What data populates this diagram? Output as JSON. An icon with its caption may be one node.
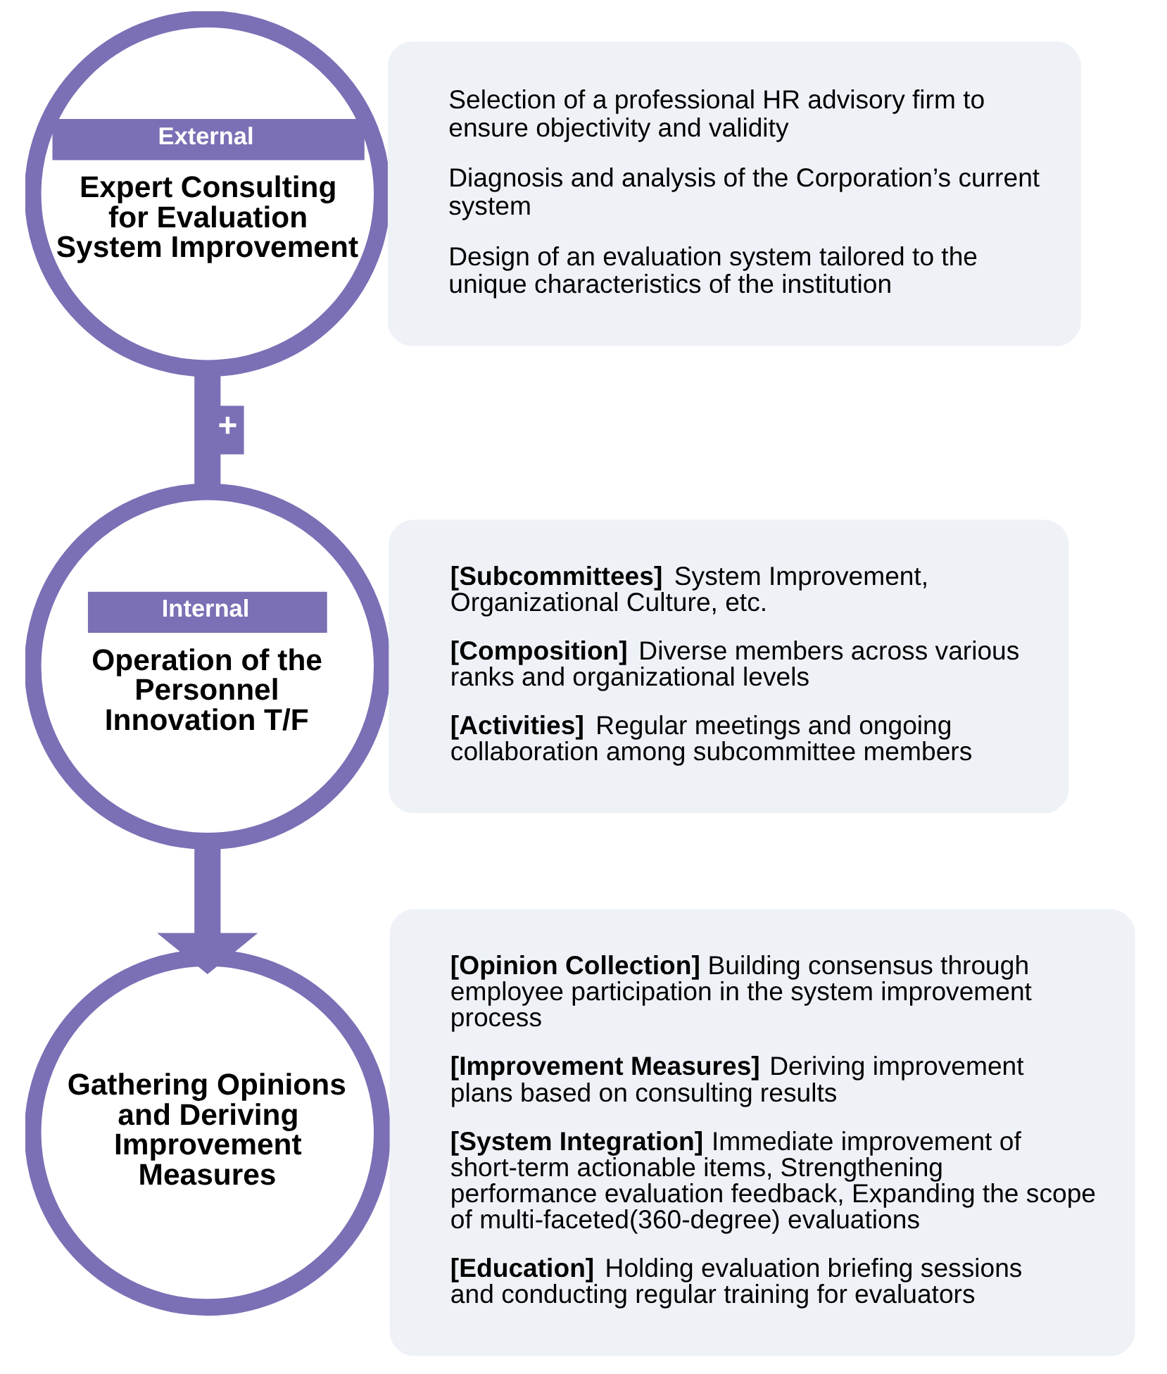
{
  "diagram": {
    "nodes": [
      {
        "text": [
          "External",
          "Expert Consulting for Evaluation System Improvement"
        ]
      },
      {
        "text": [
          "Selection of a professional HR advisory firm to ensure objectivity and validity",
          "Diagnosis and analysis of the Corporation’s current system",
          "Design of an evaluation system tailored to the unique characteristics of the institution"
        ]
      },
      {
        "text": [
          "Internal",
          "Operation of the Personnel Innovation T/F"
        ]
      },
      {
        "text": [
          "**[Subcommittees]** System Improvement, Organizational Culture, etc.",
          "**[Composition]** Diverse members across various ranks and organizational levels",
          "**[Activities]** Regular meetings and ongoing collaboration among subcommittee members"
        ]
      },
      {
        "text": [
          "Gathering Opinions and Deriving Improvement Measures"
        ]
      },
      {
        "text": [
          "**[Opinion Collection]** Building consensus through employee participation in the system improvement process",
          "**[Improvement Measures]** Deriving improvement plans based on consulting results",
          "**[System Integration]** Immediate improvement of short-term actionable items, Strengthening performance evaluation feedback, Expanding the scope of multi-faceted(360-degree) evaluations",
          "**[Education]** Holding evaluation briefing sessions and conducting regular training for evaluators"
        ]
      }
    ],
    "edges": [
      {
        "from": 0,
        "to": 2,
        "arrow": "none",
        "label": "+"
      },
      {
        "from": 2,
        "to": 4,
        "arrow": "to"
      }
    ]
  }
}
